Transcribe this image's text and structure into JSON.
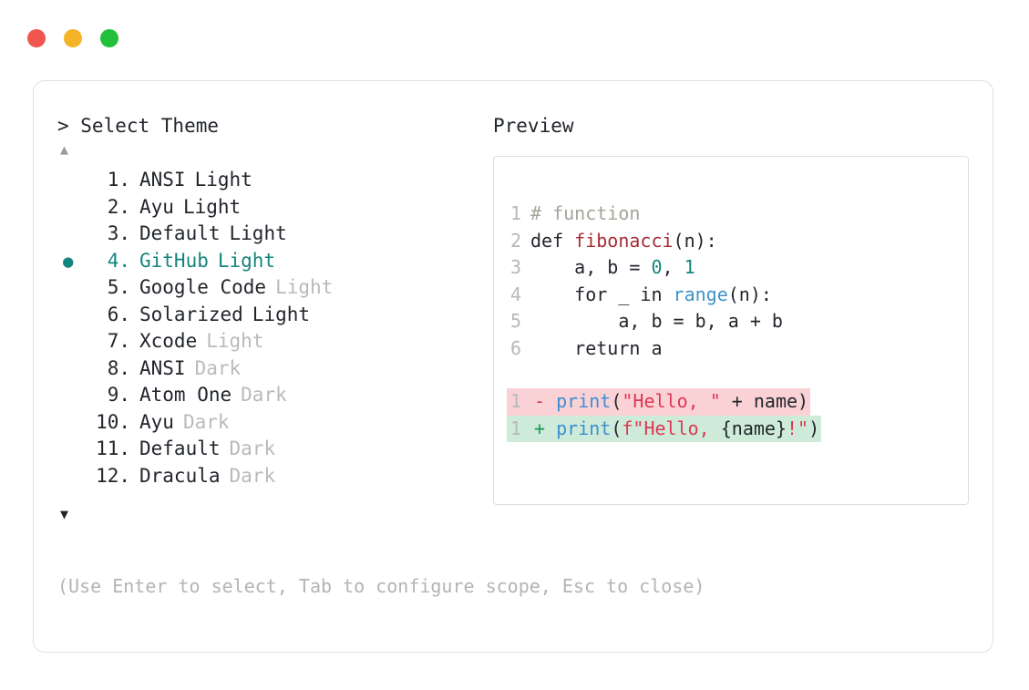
{
  "window": {
    "traffic_lights": [
      {
        "name": "close-dot",
        "color": "#f1564e"
      },
      {
        "name": "minimize-dot",
        "color": "#f5b427"
      },
      {
        "name": "maximize-dot",
        "color": "#22c03a"
      }
    ]
  },
  "left": {
    "prompt": "> Select Theme",
    "scroll_up": "▲",
    "scroll_down": "▼",
    "selected_index": 4,
    "marker": "●",
    "items": [
      {
        "num": " 1.",
        "name": "ANSI",
        "variant": "Light",
        "variant_muted": false,
        "selected": false
      },
      {
        "num": " 2.",
        "name": "Ayu",
        "variant": "Light",
        "variant_muted": false,
        "selected": false
      },
      {
        "num": " 3.",
        "name": "Default",
        "variant": "Light",
        "variant_muted": false,
        "selected": false
      },
      {
        "num": " 4.",
        "name": "GitHub",
        "variant": "Light",
        "variant_muted": false,
        "selected": true
      },
      {
        "num": " 5.",
        "name": "Google Code",
        "variant": "Light",
        "variant_muted": true,
        "selected": false
      },
      {
        "num": " 6.",
        "name": "Solarized",
        "variant": "Light",
        "variant_muted": false,
        "selected": false
      },
      {
        "num": " 7.",
        "name": "Xcode",
        "variant": "Light",
        "variant_muted": true,
        "selected": false
      },
      {
        "num": " 8.",
        "name": "ANSI",
        "variant": "Dark",
        "variant_muted": true,
        "selected": false
      },
      {
        "num": " 9.",
        "name": "Atom One",
        "variant": "Dark",
        "variant_muted": true,
        "selected": false
      },
      {
        "num": "10.",
        "name": "Ayu",
        "variant": "Dark",
        "variant_muted": true,
        "selected": false
      },
      {
        "num": "11.",
        "name": "Default",
        "variant": "Dark",
        "variant_muted": true,
        "selected": false
      },
      {
        "num": "12.",
        "name": "Dracula",
        "variant": "Dark",
        "variant_muted": true,
        "selected": false
      }
    ],
    "hint": "(Use Enter to select, Tab to configure scope, Esc to close)"
  },
  "right": {
    "label": "Preview",
    "code_lines": [
      {
        "ln": "1",
        "tokens": [
          {
            "t": "# function",
            "c": "t-comment"
          }
        ]
      },
      {
        "ln": "2",
        "tokens": [
          {
            "t": "def ",
            "c": "t-keyword"
          },
          {
            "t": "fibonacci",
            "c": "t-func"
          },
          {
            "t": "(n):",
            "c": "t-plain"
          }
        ]
      },
      {
        "ln": "3",
        "tokens": [
          {
            "t": "    a, b = ",
            "c": "t-plain"
          },
          {
            "t": "0",
            "c": "t-number"
          },
          {
            "t": ", ",
            "c": "t-plain"
          },
          {
            "t": "1",
            "c": "t-number"
          }
        ]
      },
      {
        "ln": "4",
        "tokens": [
          {
            "t": "    for _ in ",
            "c": "t-plain"
          },
          {
            "t": "range",
            "c": "t-builtin"
          },
          {
            "t": "(n):",
            "c": "t-plain"
          }
        ]
      },
      {
        "ln": "5",
        "tokens": [
          {
            "t": "        a, b = b, a + b",
            "c": "t-plain"
          }
        ]
      },
      {
        "ln": "6",
        "tokens": [
          {
            "t": "    return a",
            "c": "t-plain"
          }
        ]
      }
    ],
    "diff_lines": [
      {
        "ln": "1",
        "kind": "del",
        "sign": "-",
        "tokens": [
          {
            "t": "print",
            "c": "t-call"
          },
          {
            "t": "(",
            "c": "t-plain"
          },
          {
            "t": "\"Hello, \"",
            "c": "t-string"
          },
          {
            "t": " + name)",
            "c": "t-plain"
          }
        ]
      },
      {
        "ln": "1",
        "kind": "add",
        "sign": "+",
        "tokens": [
          {
            "t": "print",
            "c": "t-call"
          },
          {
            "t": "(",
            "c": "t-plain"
          },
          {
            "t": "f\"Hello, ",
            "c": "t-string"
          },
          {
            "t": "{name}",
            "c": "t-plain"
          },
          {
            "t": "!\"",
            "c": "t-string"
          },
          {
            "t": ")",
            "c": "t-plain"
          }
        ]
      }
    ]
  }
}
